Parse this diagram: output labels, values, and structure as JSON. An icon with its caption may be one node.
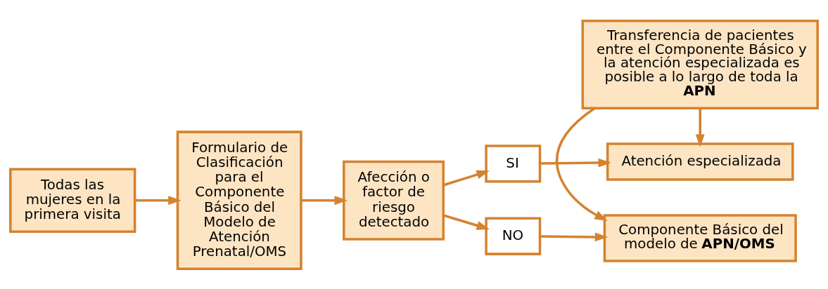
{
  "diagram": {
    "nodes": [
      {
        "text": [
          "Todas las mujeres en la primera visita"
        ]
      },
      {
        "text": [
          "Formulario de Clasificación para el Componente Básico del Modelo de Atención Prenatal/OMS"
        ]
      },
      {
        "text": [
          "Afección o factor de riesgo detectado"
        ]
      },
      {
        "text": [
          "SI"
        ]
      },
      {
        "text": [
          "NO"
        ]
      },
      {
        "text": [
          "Atención especializada"
        ]
      },
      {
        "text": [
          "Transferencia de pacientes entre el Componente Básico y la atención especializada es posible a lo largo de toda la **APN**"
        ]
      },
      {
        "text": [
          "Componente Básico del modelo de **APN/OMS**"
        ]
      }
    ],
    "edges": [
      {
        "from": 0,
        "to": 1,
        "arrow": "to"
      },
      {
        "from": 1,
        "to": 2,
        "arrow": "to"
      },
      {
        "from": 2,
        "to": 3,
        "arrow": "to"
      },
      {
        "from": 2,
        "to": 4,
        "arrow": "to"
      },
      {
        "from": 3,
        "to": 5,
        "arrow": "to"
      },
      {
        "from": 4,
        "to": 7,
        "arrow": "to"
      },
      {
        "from": 6,
        "to": 5,
        "arrow": "to"
      },
      {
        "from": 6,
        "to": 7,
        "arrow": "to"
      }
    ]
  }
}
